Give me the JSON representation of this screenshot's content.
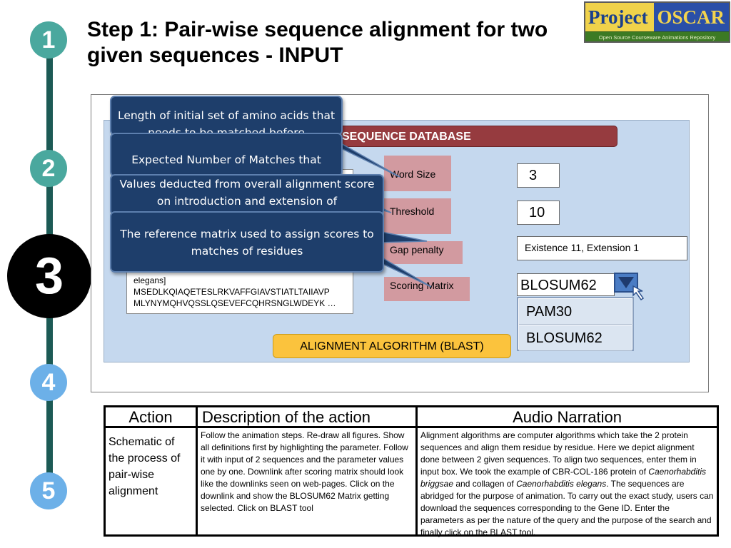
{
  "title": "Step 1: Pair-wise sequence alignment for two given sequences - INPUT",
  "logo": {
    "left_word": "Project",
    "right_word": "OSCAR",
    "subtitle": "Open Source Courseware Animations Repository"
  },
  "steps": [
    "1",
    "2",
    "3",
    "4",
    "5"
  ],
  "form": {
    "database_bar": "SEQUENCE DATABASE",
    "sequence_lines": [
      "elegans]",
      "MSEDLKQIAQETESLRKVAFFGIAVSTIATLTAIIAVP",
      "MLYNYMQHVQSSLQSEVEFCQHRSNGLWDEYK …"
    ],
    "params": {
      "word_size": {
        "label": "Word Size",
        "value": "3"
      },
      "threshold": {
        "label": "Threshold",
        "value": "10"
      },
      "gap_penalty": {
        "label": "Gap penalty",
        "value": "Existence 11, Extension 1"
      },
      "scoring_matrix": {
        "label": "Scoring Matrix",
        "value": "BLOSUM62"
      }
    },
    "dropdown_options": [
      "PAM30",
      "BLOSUM62"
    ],
    "algorithm_button": "ALIGNMENT ALGORITHM (BLAST)"
  },
  "callouts": {
    "word_size": "Length of initial set of amino acids that needs to be matched before",
    "threshold": "Expected Number of Matches that",
    "gap_penalty": "Values deducted from overall alignment score on introduction and extension of",
    "scoring_matrix": "The reference matrix used to assign scores to matches of residues"
  },
  "table": {
    "headers": {
      "action": "Action",
      "description": "Description of the action",
      "audio": "Audio Narration"
    },
    "action": "Schematic of the process of pair-wise alignment",
    "description": "Follow the animation steps. Re-draw all figures. Show all definitions first by highlighting the parameter. Follow it with input of 2 sequences and the parameter values one by one. Downlink after scoring matrix should look like the downlinks seen on web-pages. Click on the downlink and show the BLOSUM62 Matrix getting selected. Click on BLAST tool",
    "audio": {
      "part1": "Alignment algorithms are computer algorithms which take the  2 protein sequences and align them residue by residue. Here we depict alignment done between 2 given sequences. To align two sequences, enter them in input box. We took the example of CBR-COL-186 protein of ",
      "italic1": "Caenorhabditis briggsae",
      "part2": " and collagen of ",
      "italic2": "Caenorhabditis elegans",
      "part3": ". The sequences are abridged for the purpose of animation. To carry out the exact study, users can download the sequences corresponding to the Gene ID. Enter the  parameters as per the nature of the query and the purpose of the search and finally  click on the BLAST tool."
    }
  },
  "colors": {
    "timeline": "#1c5a55",
    "step_teal": "#4aa89e",
    "step_blue": "#6cb0e8",
    "panel": "#c5d8ee",
    "database_bar": "#963b3f",
    "param_label": "#d29aa0",
    "callout": "#1e3e6b",
    "algorithm_button": "#fbc33d"
  }
}
